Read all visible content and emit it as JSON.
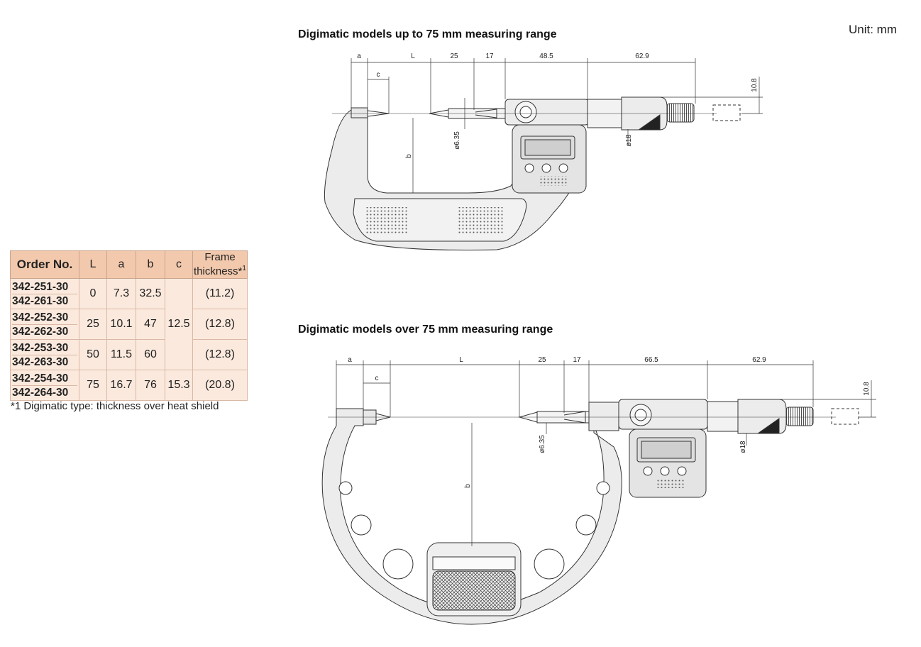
{
  "unit_label": "Unit: mm",
  "top_title": "Digimatic models up to 75 mm measuring range",
  "bottom_title": "Digimatic models over 75 mm measuring range",
  "table": {
    "headers": {
      "order": "Order No.",
      "L": "L",
      "a": "a",
      "b": "b",
      "c": "c",
      "frame_line1": "Frame",
      "frame_line2": "thickness*",
      "frame_sup": "1"
    },
    "rows": [
      {
        "order1": "342-251-30",
        "order2": "342-261-30",
        "L": "0",
        "a": "7.3",
        "b": "32.5",
        "frame": "(11.2)"
      },
      {
        "order1": "342-252-30",
        "order2": "342-262-30",
        "L": "25",
        "a": "10.1",
        "b": "47",
        "frame": "(12.8)"
      },
      {
        "order1": "342-253-30",
        "order2": "342-263-30",
        "L": "50",
        "a": "11.5",
        "b": "60",
        "frame": "(12.8)"
      },
      {
        "order1": "342-254-30",
        "order2": "342-264-30",
        "L": "75",
        "a": "16.7",
        "b": "76",
        "frame": "(20.8)"
      }
    ],
    "c_merged": "12.5",
    "c_last": "15.3"
  },
  "footnote": "*1 Digimatic type: thickness over heat shield",
  "top_dims": {
    "a": "a",
    "c": "c",
    "L": "L",
    "d25": "25",
    "d17": "17",
    "d485": "48.5",
    "d629": "62.9",
    "d108": "10.8",
    "b": "b",
    "spindle_dia": "ø6.35",
    "thimble_dia": "ø18"
  },
  "bottom_dims": {
    "a": "a",
    "c": "c",
    "L": "L",
    "d25": "25",
    "d17": "17",
    "d665": "66.5",
    "d629": "62.9",
    "d108": "10.8",
    "b": "b",
    "spindle_dia": "ø6.35",
    "thimble_dia": "ø18"
  }
}
